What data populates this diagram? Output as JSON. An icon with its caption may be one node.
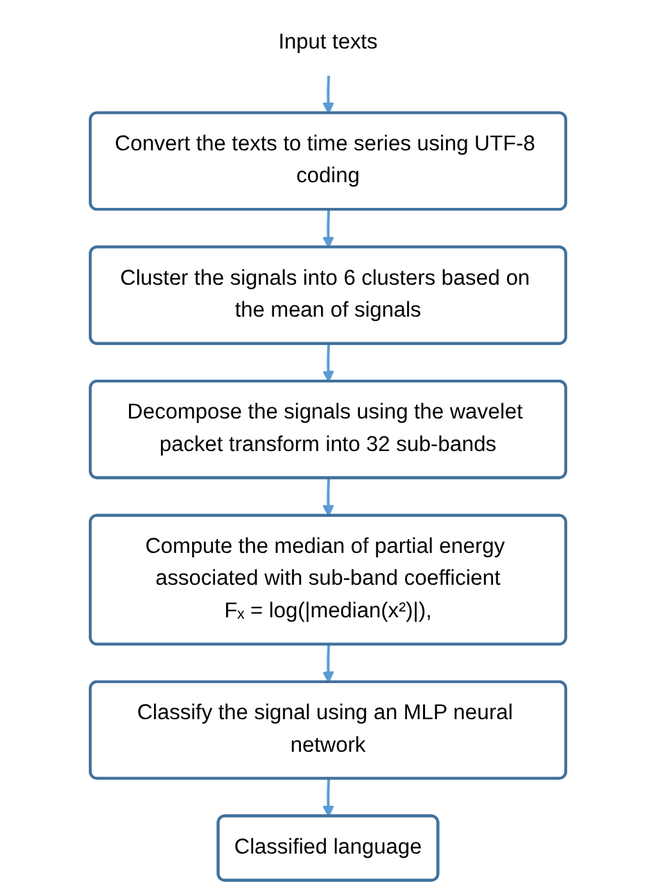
{
  "diagram": {
    "nodes": [
      {
        "text": [
          "Input texts"
        ]
      },
      {
        "text": [
          "Convert the texts to time series using UTF-8 coding"
        ]
      },
      {
        "text": [
          "Cluster the signals into 6 clusters based on the mean of signals"
        ]
      },
      {
        "text": [
          "Decompose the signals using the wavelet packet transform into 32 sub-bands"
        ]
      },
      {
        "text": [
          "Compute the median of partial energy associated with sub-band coefficient",
          "Fₓ = log(|median(x²)|),"
        ]
      },
      {
        "text": [
          "Classify the signal using an MLP neural network"
        ]
      },
      {
        "text": [
          "Classified language"
        ]
      }
    ],
    "edges": [
      {
        "from": 0,
        "to": 1,
        "arrow": "to"
      },
      {
        "from": 1,
        "to": 2,
        "arrow": "to"
      },
      {
        "from": 2,
        "to": 3,
        "arrow": "to"
      },
      {
        "from": 3,
        "to": 4,
        "arrow": "to"
      },
      {
        "from": 4,
        "to": 5,
        "arrow": "to"
      },
      {
        "from": 5,
        "to": 6,
        "arrow": "to"
      }
    ]
  }
}
